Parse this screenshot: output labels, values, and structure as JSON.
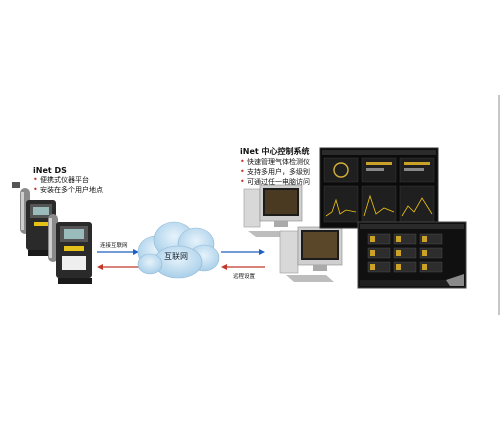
{
  "ds": {
    "title": "iNet DS",
    "bullets": [
      "便携式仪器平台",
      "安装在多个用户地点"
    ]
  },
  "control": {
    "title": "iNet 中心控制系统",
    "bullets": [
      "快速管理气体检测仪",
      "支持多用户，多级别",
      "可通过任一电脑访问"
    ]
  },
  "cloud": {
    "label": "互联网"
  },
  "flows": {
    "left_top": "连接互联网",
    "right_bottom": "远程设置"
  },
  "colors": {
    "arrow_blue": "#1f5fbf",
    "arrow_red": "#c0392b",
    "cloud": "#b6d8ef",
    "screen_dark": "#111111"
  }
}
